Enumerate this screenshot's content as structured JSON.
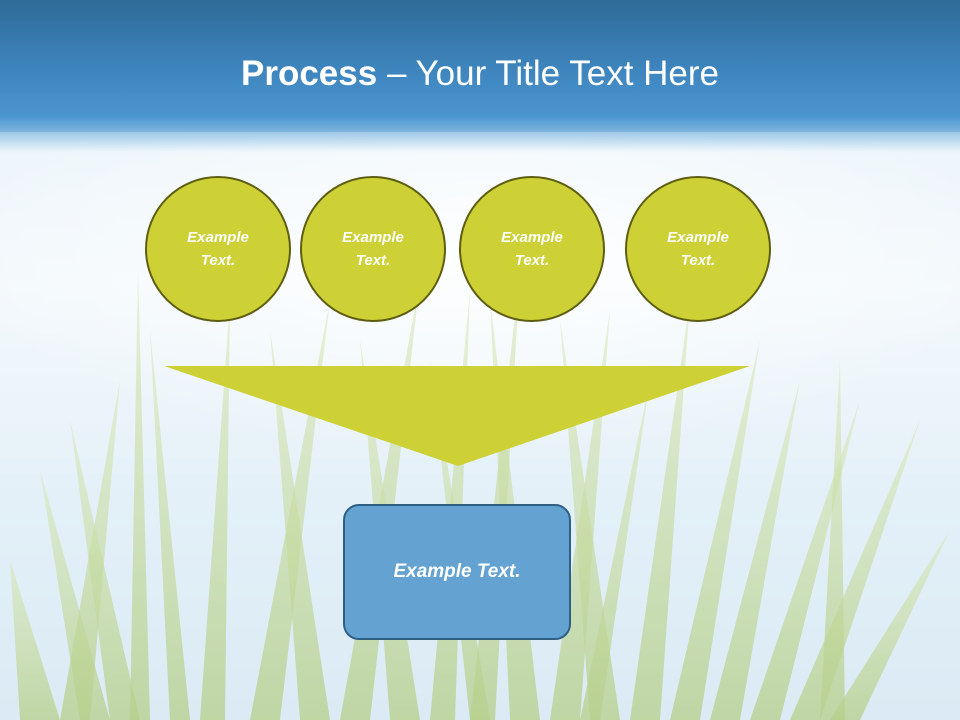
{
  "slide": {
    "title_bold": "Process",
    "title_rest": " – Your Title Text Here"
  },
  "process": {
    "steps": [
      {
        "label": "Example\nText."
      },
      {
        "label": "Example\nText."
      },
      {
        "label": "Example\nText."
      },
      {
        "label": "Example\nText."
      }
    ],
    "result": {
      "label": "Example Text."
    }
  },
  "colors": {
    "title_bar": "#3f86bf",
    "circle_fill": "#cdd136",
    "circle_border": "#5e5e12",
    "funnel_fill": "#cdd136",
    "result_fill": "#64a3d1",
    "result_border": "#2f5f85"
  }
}
